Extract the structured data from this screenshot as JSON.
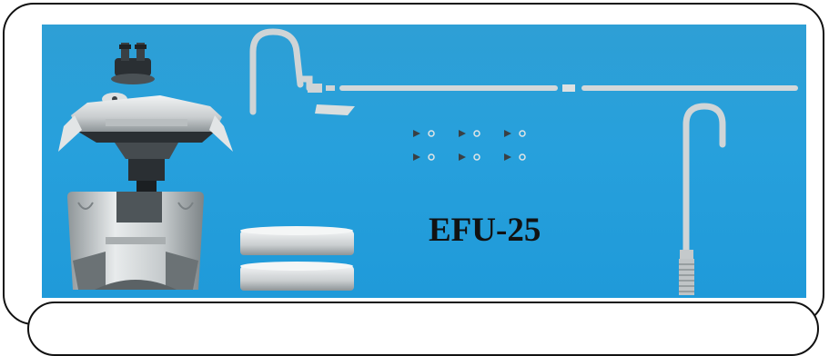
{
  "product": {
    "model": "EFU-25",
    "background_color": "#27a0dc",
    "parts_color": "#cfd4d6",
    "dark_parts_color": "#2a2f33"
  },
  "parts": [
    "lid-motor-head",
    "inlet-valve-connector",
    "canister-body",
    "filter-sponge-pad",
    "outlet-j-tube",
    "spray-bar-pipe",
    "suction-cups",
    "intake-tube-strainer"
  ]
}
